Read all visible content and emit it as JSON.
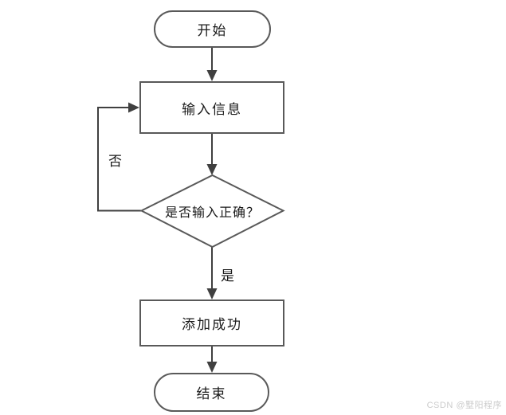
{
  "flowchart": {
    "title": "add-record-flowchart",
    "nodes": {
      "start": {
        "label": "开始",
        "shape": "stadium"
      },
      "input": {
        "label": "输入信息",
        "shape": "rect"
      },
      "decision": {
        "label": "是否输入正确？",
        "shape": "diamond"
      },
      "success": {
        "label": "添加成功",
        "shape": "rect"
      },
      "end": {
        "label": "结束",
        "shape": "stadium"
      }
    },
    "edges": [
      {
        "from": "start",
        "to": "input",
        "label": ""
      },
      {
        "from": "input",
        "to": "decision",
        "label": ""
      },
      {
        "from": "decision",
        "to": "input",
        "label": "否"
      },
      {
        "from": "decision",
        "to": "success",
        "label": "是"
      },
      {
        "from": "success",
        "to": "end",
        "label": ""
      }
    ],
    "edge_labels": {
      "no": "否",
      "yes": "是"
    },
    "colors": {
      "shape_border": "#595959",
      "connector": "#404040",
      "text": "#1a1a1a",
      "background": "#ffffff"
    }
  },
  "watermark": {
    "text": "CSDN @墅阳程序"
  }
}
